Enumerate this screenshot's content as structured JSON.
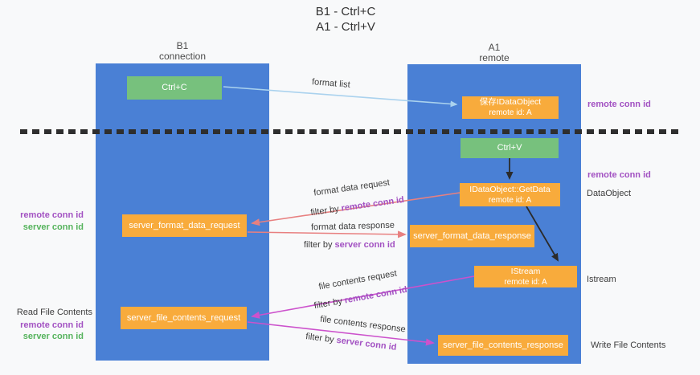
{
  "title": {
    "line1": "B1 - Ctrl+C",
    "line2": "A1 - Ctrl+V"
  },
  "lifelines": {
    "left": {
      "title": "B1",
      "subtitle": "connection"
    },
    "right": {
      "title": "A1",
      "subtitle": "remote"
    }
  },
  "nodes": {
    "ctrl_c": {
      "label": "Ctrl+C"
    },
    "ctrl_v": {
      "label": "Ctrl+V"
    },
    "save_dataobject": {
      "line1": "保存IDataObject",
      "line2": "remote id: A"
    },
    "getdata": {
      "line1": "IDataObject::GetData",
      "line2": "remote id: A"
    },
    "istream": {
      "line1": "IStream",
      "line2": "remote id: A"
    },
    "format_request": {
      "label": "server_format_data_request"
    },
    "format_response": {
      "label": "server_format_data_response"
    },
    "file_request": {
      "label": "server_file_contents_request"
    },
    "file_response": {
      "label": "server_file_contents_response"
    }
  },
  "messages": {
    "format_list": {
      "label": "format list"
    },
    "format_data_request": {
      "label": "format data request",
      "filter_prefix": "filter by ",
      "filter_key": "remote conn id"
    },
    "format_data_response": {
      "label": "format data response",
      "filter_prefix": "filter by ",
      "filter_key": "server conn id"
    },
    "file_contents_request": {
      "label": "file contents request",
      "filter_prefix": "filter by ",
      "filter_key": "remote conn id"
    },
    "file_contents_response": {
      "label": "file contents response",
      "filter_prefix": "filter by ",
      "filter_key": "server conn id"
    }
  },
  "annotations": {
    "right_remote_conn_id_top": "remote conn id",
    "right_remote_conn_id_mid": "remote conn id",
    "right_dataobject": "DataObject",
    "right_istream": "Istream",
    "right_write_file_contents": "Write File Contents",
    "left_remote_conn_id_top": "remote conn id",
    "left_server_conn_id_top": "server conn id",
    "left_read_file_contents": "Read File Contents",
    "left_remote_conn_id_bottom": "remote conn id",
    "left_server_conn_id_bottom": "server conn id"
  },
  "colors": {
    "lifeline_blue": "#4a80d5",
    "node_orange": "#f8ab3c",
    "node_green": "#77c17d",
    "arrow_light_blue": "#aad2ee",
    "arrow_salmon": "#e88080",
    "arrow_magenta": "#cc52cc",
    "text_purple": "#a251c2",
    "text_green": "#55b35c",
    "dashed_line": "#2e2e2e",
    "background": "#f8f9fa"
  }
}
